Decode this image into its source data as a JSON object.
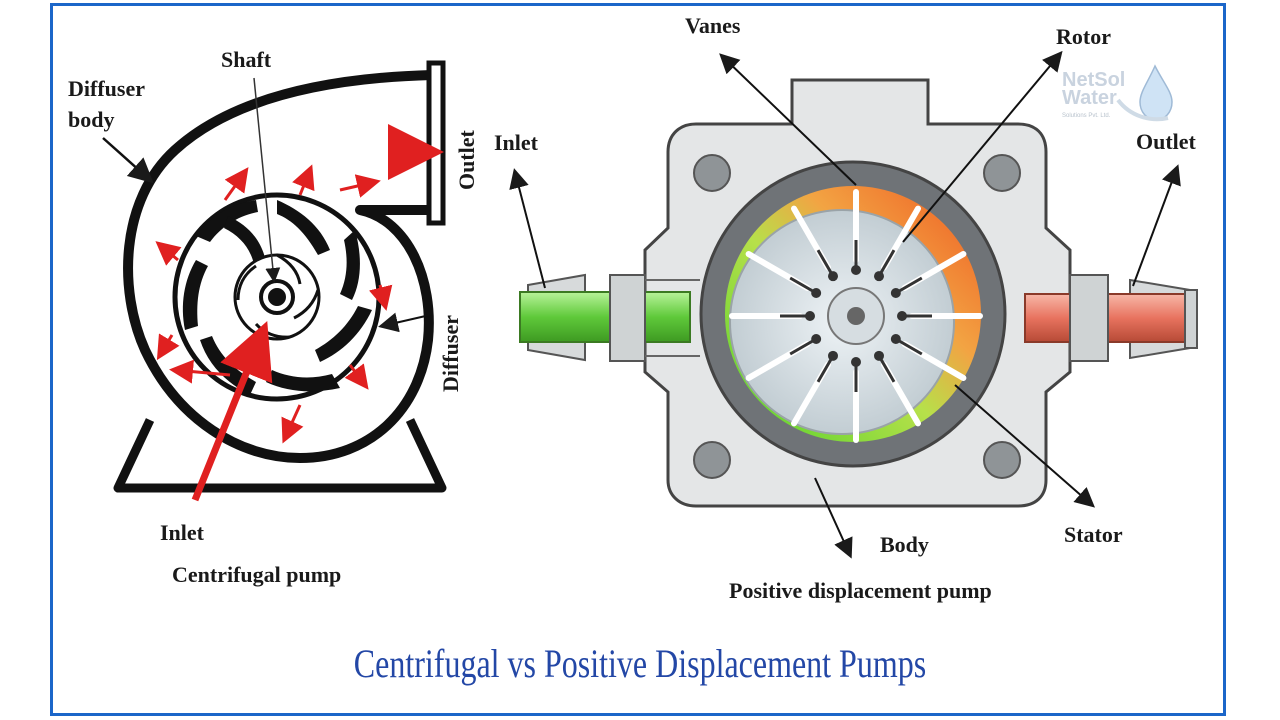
{
  "title": "Centrifugal vs Positive Displacement Pumps",
  "logo": {
    "title_line1": "NetSol",
    "title_line2": "Water",
    "subtitle": "Solutions Pvt. Ltd."
  },
  "centrifugal": {
    "caption": "Centrifugal pump",
    "labels": {
      "diffuser_body_1": "Diffuser",
      "diffuser_body_2": "body",
      "shaft": "Shaft",
      "outlet": "Outlet",
      "diffuser": "Diffuser",
      "inlet": "Inlet"
    }
  },
  "positive_displacement": {
    "caption": "Positive displacement pump",
    "labels": {
      "vanes": "Vanes",
      "rotor": "Rotor",
      "inlet": "Inlet",
      "outlet": "Outlet",
      "body": "Body",
      "stator": "Stator"
    }
  },
  "colors": {
    "border": "#1b66c9",
    "title": "#2347a6",
    "arrow_red": "#e02020",
    "inlet_green": "#6fd14a",
    "outlet_red": "#e8735f"
  }
}
